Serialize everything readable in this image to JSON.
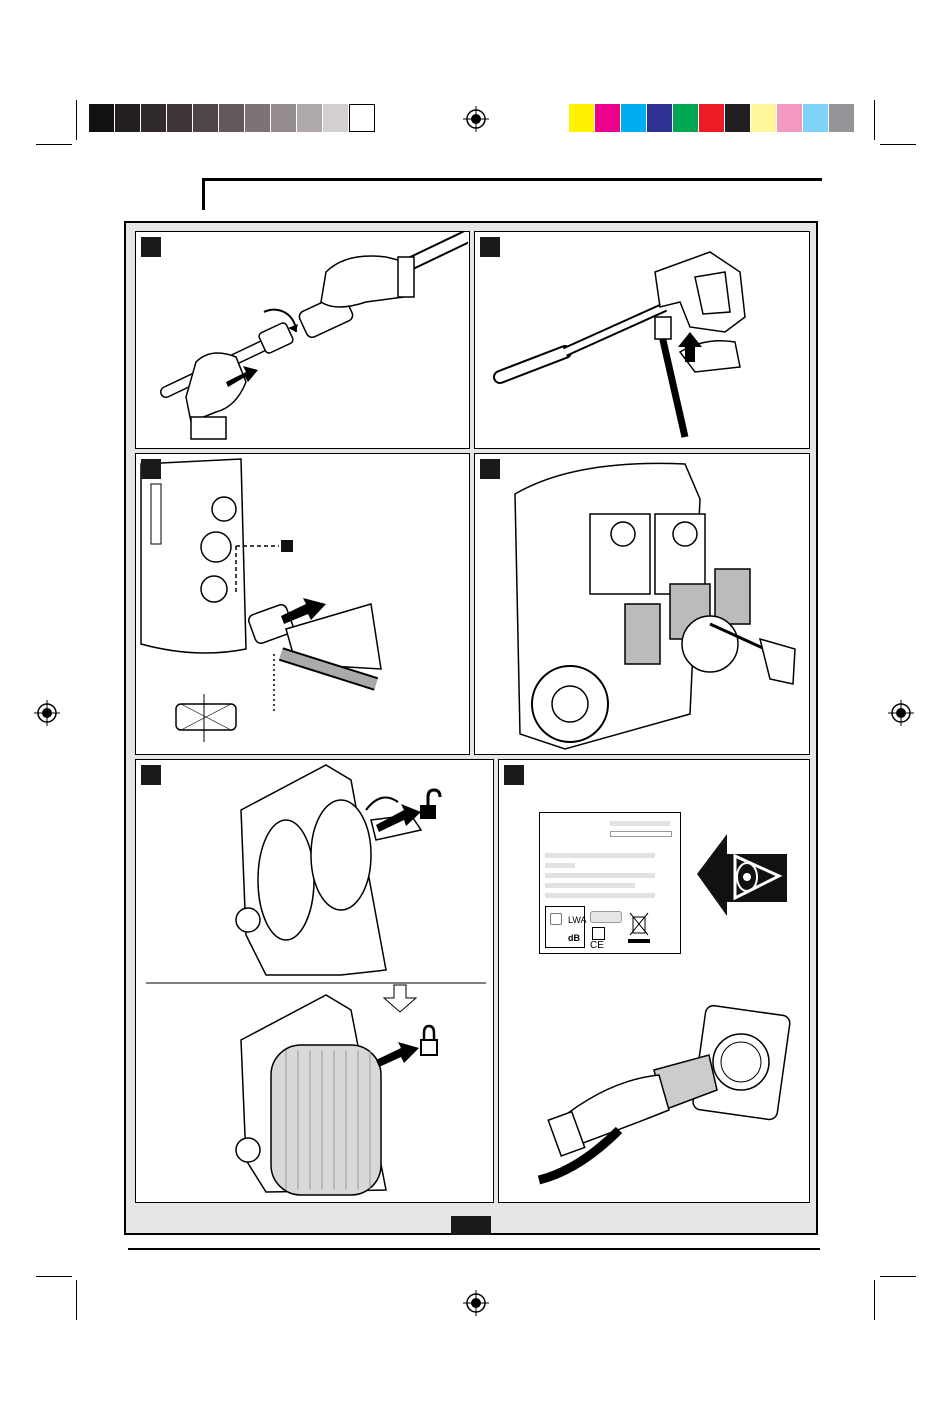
{
  "color_bars": {
    "grayscale": [
      "#111111",
      "#231f20",
      "#302a2b",
      "#3d3536",
      "#4d4546",
      "#625a5a",
      "#7c7374",
      "#958d8d",
      "#b0a9a9",
      "#d3cfcf",
      "#ffffff"
    ],
    "process": [
      "#fff200",
      "#ec008c",
      "#00aeef",
      "#2e3192",
      "#00a651",
      "#ed1c24",
      "#231f20",
      "#fff799",
      "#f49ac1",
      "#7fd3f7",
      "#939598"
    ]
  },
  "panels": [
    {
      "id": "assemble-lance",
      "icon": "lance-connect-icon"
    },
    {
      "id": "attach-hose-to-gun",
      "icon": "trigger-gun-icon"
    },
    {
      "id": "connect-water-inlet",
      "icon": "water-inlet-icon"
    },
    {
      "id": "mount-holders",
      "icon": "screwdriver-icon"
    },
    {
      "id": "hose-reel",
      "icon": "hose-reel-icon"
    },
    {
      "id": "rating-label-and-plug",
      "icon": "mains-plug-icon"
    }
  ],
  "rating_label": {
    "lwa": "LWA",
    "db": "dB",
    "ce": "CE"
  }
}
